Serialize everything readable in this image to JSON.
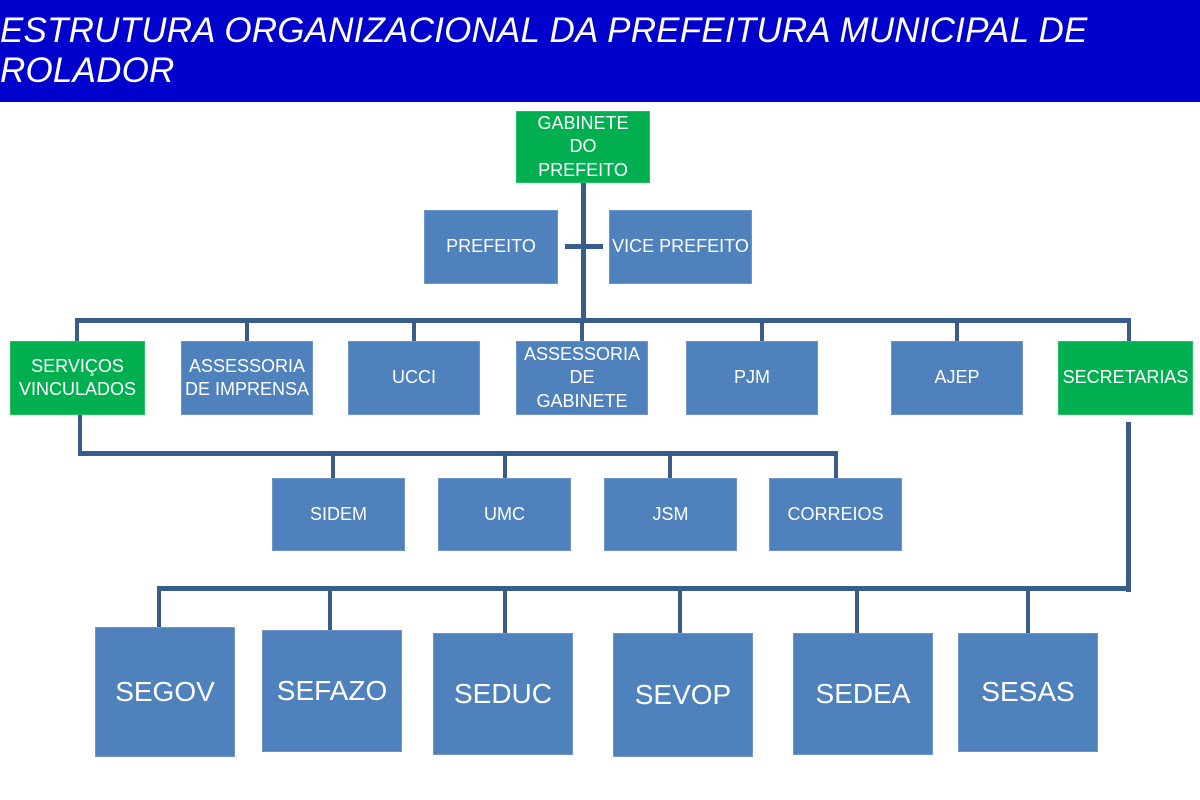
{
  "title": "ESTRUTURA ORGANIZACIONAL DA PREFEITURA MUNICIPAL DE ROLADOR",
  "colors": {
    "header": "#0000CC",
    "green": "#00B050",
    "blue": "#4F81BD",
    "line": "#385D8A"
  },
  "top": {
    "gabinete": "GABINETE DO PREFEITO",
    "prefeito": "PREFEITO",
    "vice": "VICE PREFEITO"
  },
  "level1": [
    "SERVIÇOS VINCULADOS",
    "ASSESSORIA DE IMPRENSA",
    "UCCI",
    "ASSESSORIA DE GABINETE",
    "PJM",
    "AJEP",
    "SECRETARIAS"
  ],
  "servicos": [
    "SIDEM",
    "UMC",
    "JSM",
    "CORREIOS"
  ],
  "secretarias": [
    "SEGOV",
    "SEFAZO",
    "SEDUC",
    "SEVOP",
    "SEDEA",
    "SESAS"
  ]
}
